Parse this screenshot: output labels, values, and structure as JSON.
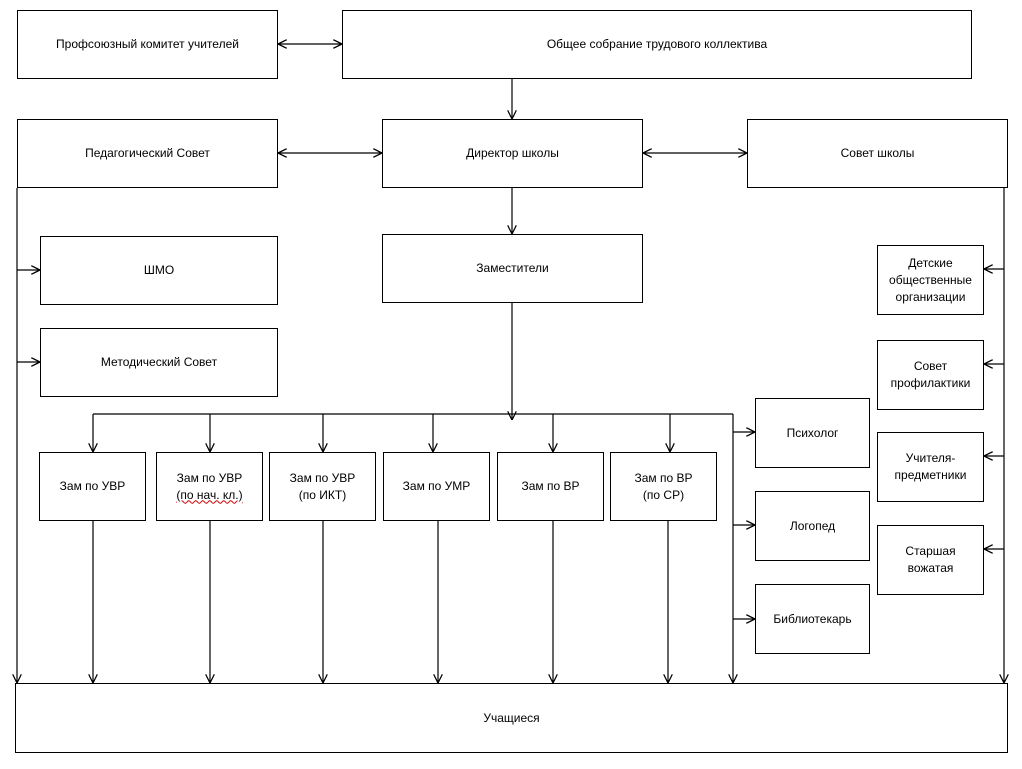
{
  "colors": {
    "line": "#000000",
    "box_border": "#000000",
    "background": "#ffffff",
    "spellcheck": "#d00000"
  },
  "nodes": {
    "profkom": [
      "Профсоюзный комитет учителей"
    ],
    "obshchee_sobranie": [
      "Общее собрание трудового коллектива"
    ],
    "ped_sovet": [
      "Педагогический Совет"
    ],
    "direktor": [
      "Директор школы"
    ],
    "sovet_shkoly": [
      "Совет школы"
    ],
    "shmo": [
      "ШМО"
    ],
    "zamestiteli": [
      "Заместители"
    ],
    "metod_sovet": [
      "Методический Совет"
    ],
    "detskie_org": [
      "Детские",
      "общественные",
      "организации"
    ],
    "sovet_profilaktiki": [
      "Совет",
      "профилактики"
    ],
    "psiholog": [
      "Психолог"
    ],
    "zam_uvr": [
      "Зам по УВР"
    ],
    "zam_uvr_nach": [
      "Зам по УВР",
      "(по нач. кл.)"
    ],
    "zam_uvr_ikt": [
      "Зам по УВР",
      "(по ИКТ)"
    ],
    "zam_umr": [
      "Зам по УМР"
    ],
    "zam_vr": [
      "Зам по ВР"
    ],
    "zam_vr_sr": [
      "Зам по ВР",
      "(по СР)"
    ],
    "uchitelya": [
      "Учителя-",
      "предметники"
    ],
    "logoped": [
      "Логопед"
    ],
    "starshaya_vozhataya": [
      "Старшая",
      "вожатая"
    ],
    "bibliotekar": [
      "Библиотекарь"
    ],
    "uchashchiesya": [
      "Учащиеся"
    ]
  }
}
